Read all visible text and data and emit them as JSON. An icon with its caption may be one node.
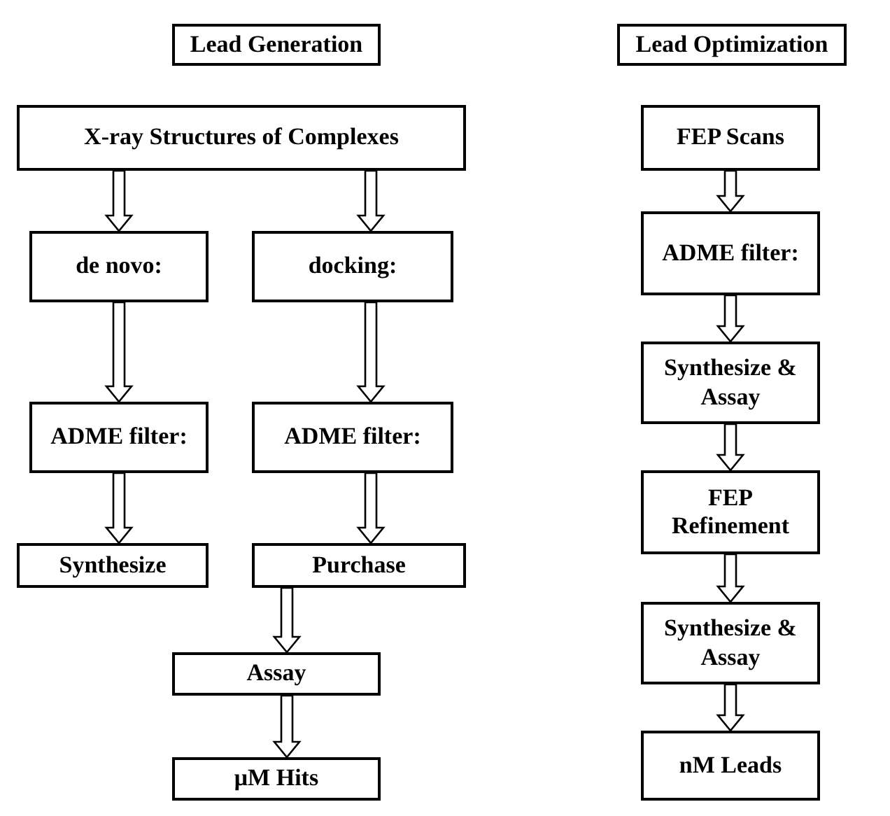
{
  "diagram": {
    "nodes": [
      {
        "text": [
          "Lead Generation"
        ]
      },
      {
        "text": [
          "X-ray Structures of Complexes"
        ]
      },
      {
        "text": [
          "de novo:"
        ]
      },
      {
        "text": [
          "docking:"
        ]
      },
      {
        "text": [
          "ADME filter:"
        ]
      },
      {
        "text": [
          "ADME filter:"
        ]
      },
      {
        "text": [
          "Synthesize"
        ]
      },
      {
        "text": [
          "Purchase"
        ]
      },
      {
        "text": [
          "Assay"
        ]
      },
      {
        "text": [
          "μM Hits"
        ]
      },
      {
        "text": [
          "Lead Optimization"
        ]
      },
      {
        "text": [
          "FEP Scans"
        ]
      },
      {
        "text": [
          "ADME filter:"
        ]
      },
      {
        "text": [
          "Synthesize & Assay"
        ]
      },
      {
        "text": [
          "FEP Refinement"
        ]
      },
      {
        "text": [
          "Synthesize & Assay"
        ]
      },
      {
        "text": [
          "nM Leads"
        ]
      }
    ],
    "edges": [
      {
        "from": 1,
        "to": 2,
        "arrow": "to"
      },
      {
        "from": 1,
        "to": 3,
        "arrow": "to"
      },
      {
        "from": 2,
        "to": 4,
        "arrow": "to"
      },
      {
        "from": 3,
        "to": 5,
        "arrow": "to"
      },
      {
        "from": 4,
        "to": 6,
        "arrow": "to"
      },
      {
        "from": 5,
        "to": 7,
        "arrow": "to"
      },
      {
        "from": 6,
        "to": 8,
        "arrow": "to"
      },
      {
        "from": 7,
        "to": 8,
        "arrow": "to"
      },
      {
        "from": 8,
        "to": 9,
        "arrow": "to"
      },
      {
        "from": 11,
        "to": 12,
        "arrow": "to"
      },
      {
        "from": 12,
        "to": 13,
        "arrow": "to"
      },
      {
        "from": 13,
        "to": 14,
        "arrow": "to"
      },
      {
        "from": 14,
        "to": 15,
        "arrow": "to"
      },
      {
        "from": 15,
        "to": 16,
        "arrow": "to"
      }
    ]
  }
}
